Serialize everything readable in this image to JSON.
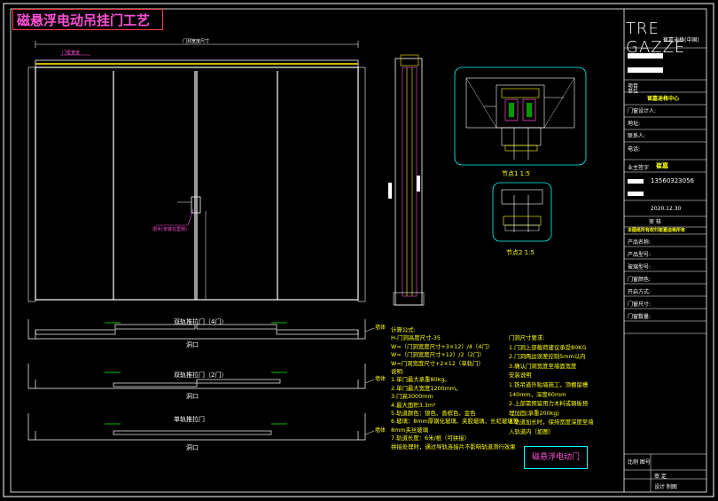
{
  "title": "磁悬浮电动吊挂门工艺",
  "brand": {
    "name": "TRE GAZZE",
    "sub": "崔嘉迪格(中国)"
  },
  "elevation": {
    "width_dim": "门洞宽度尺寸",
    "left_tag": "门框宽度",
    "handle_label": "把手(安装在里侧)"
  },
  "plans": [
    {
      "label": "双轨推拉门（4门）",
      "opening": "洞口",
      "side": "墙体"
    },
    {
      "label": "双轨推拉门（2门）",
      "opening": "洞口",
      "side": "墙体"
    },
    {
      "label": "单轨推拉门",
      "opening": "洞口",
      "side": "墙体"
    }
  ],
  "nodes": {
    "node1": "节点1  1:5",
    "node2": "节点2  1:5"
  },
  "calc": {
    "lines": [
      "计算公式:",
      "H-门洞高度尺寸-35",
      "W=（门洞宽度尺寸+3×12）/4（4门）",
      "W=（门洞宽度尺寸+12）/2（2门）",
      "W=门洞宽度尺寸+2×12（单轨门）",
      "说明:",
      "1.单门最大承重80kg。",
      "2.单门最大宽度1200mm。",
      "3.门高3000mm",
      "4.最大面积3.3m²",
      "5.轨道颜色：银色、香槟色、金色",
      "6.玻璃：8mm厚钢化玻璃、夹胶玻璃、长虹玻璃等",
      "   8mm夹丝玻璃",
      "7.轨道长度：6米/根（可拼接）",
      "   拼接处理时，通过导轨连接片不影响轨道滑行效果"
    ]
  },
  "requirements": {
    "lines": [
      "门洞尺寸要求:",
      "1.门洞上部载荷建议承受80KG",
      "2.门洞两边误差控制5mm以内",
      "3.确认门洞宽度至墙面宽度",
      "安装说明",
      "1.铁吊道外贴墙施工，顶棚留槽",
      "   140mm，深度60mm",
      "2.上部需预留用力木料或钢板预",
      "   埋加固(承重200kg)",
      "3.轨道加长时，保持宽度深度至墙",
      "   入轨道内（如图）"
    ]
  },
  "maglev_label": "磁悬浮电动门",
  "titleblock": {
    "project_label": "项目",
    "unit_label": "单位",
    "unit_value": "崔嘉迪格中心",
    "designer_label": "门窗设计人:",
    "address_label": "地址:",
    "contact_label": "联系人:",
    "phone_label": "电话:",
    "owner_label": "业主签字",
    "owner_value": "崔嘉",
    "code": "13560323056",
    "date": "2020.12.30",
    "approve_label": "审  核",
    "note": "本图纸所有权归崔嘉迪格所有",
    "fields": [
      "产品名称:",
      "产品型号:",
      "玻璃型号:",
      "门窗颜色:",
      "开启方式:",
      "门窗尺寸:",
      "门窗数量:"
    ],
    "bottom": [
      "比例 图号",
      "审  定",
      "设计  制图"
    ]
  }
}
